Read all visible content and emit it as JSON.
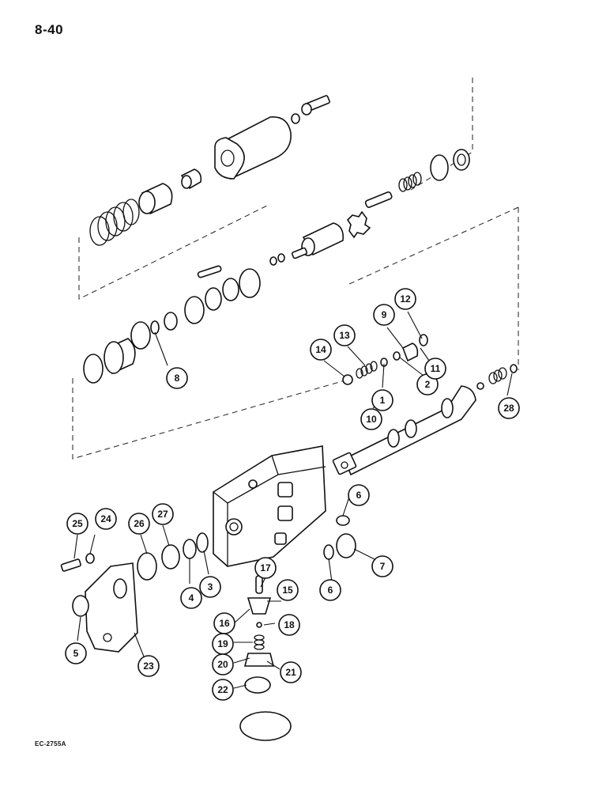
{
  "page": {
    "number": "8-40",
    "figure_code": "EC-2755A"
  },
  "callouts": [
    {
      "id": "c1",
      "label": "1"
    },
    {
      "id": "c2",
      "label": "2"
    },
    {
      "id": "c3",
      "label": "3"
    },
    {
      "id": "c4",
      "label": "4"
    },
    {
      "id": "c5",
      "label": "5"
    },
    {
      "id": "c6a",
      "label": "6"
    },
    {
      "id": "c6b",
      "label": "6"
    },
    {
      "id": "c7",
      "label": "7"
    },
    {
      "id": "c8",
      "label": "8"
    },
    {
      "id": "c9",
      "label": "9"
    },
    {
      "id": "c10",
      "label": "10"
    },
    {
      "id": "c11",
      "label": "11"
    },
    {
      "id": "c12",
      "label": "12"
    },
    {
      "id": "c13",
      "label": "13"
    },
    {
      "id": "c14",
      "label": "14"
    },
    {
      "id": "c15",
      "label": "15"
    },
    {
      "id": "c16",
      "label": "16"
    },
    {
      "id": "c17",
      "label": "17"
    },
    {
      "id": "c18",
      "label": "18"
    },
    {
      "id": "c19",
      "label": "19"
    },
    {
      "id": "c20",
      "label": "20"
    },
    {
      "id": "c21",
      "label": "21"
    },
    {
      "id": "c22",
      "label": "22"
    },
    {
      "id": "c23",
      "label": "23"
    },
    {
      "id": "c24",
      "label": "24"
    },
    {
      "id": "c25",
      "label": "25"
    },
    {
      "id": "c26",
      "label": "26"
    },
    {
      "id": "c27",
      "label": "27"
    },
    {
      "id": "c28",
      "label": "28"
    }
  ]
}
